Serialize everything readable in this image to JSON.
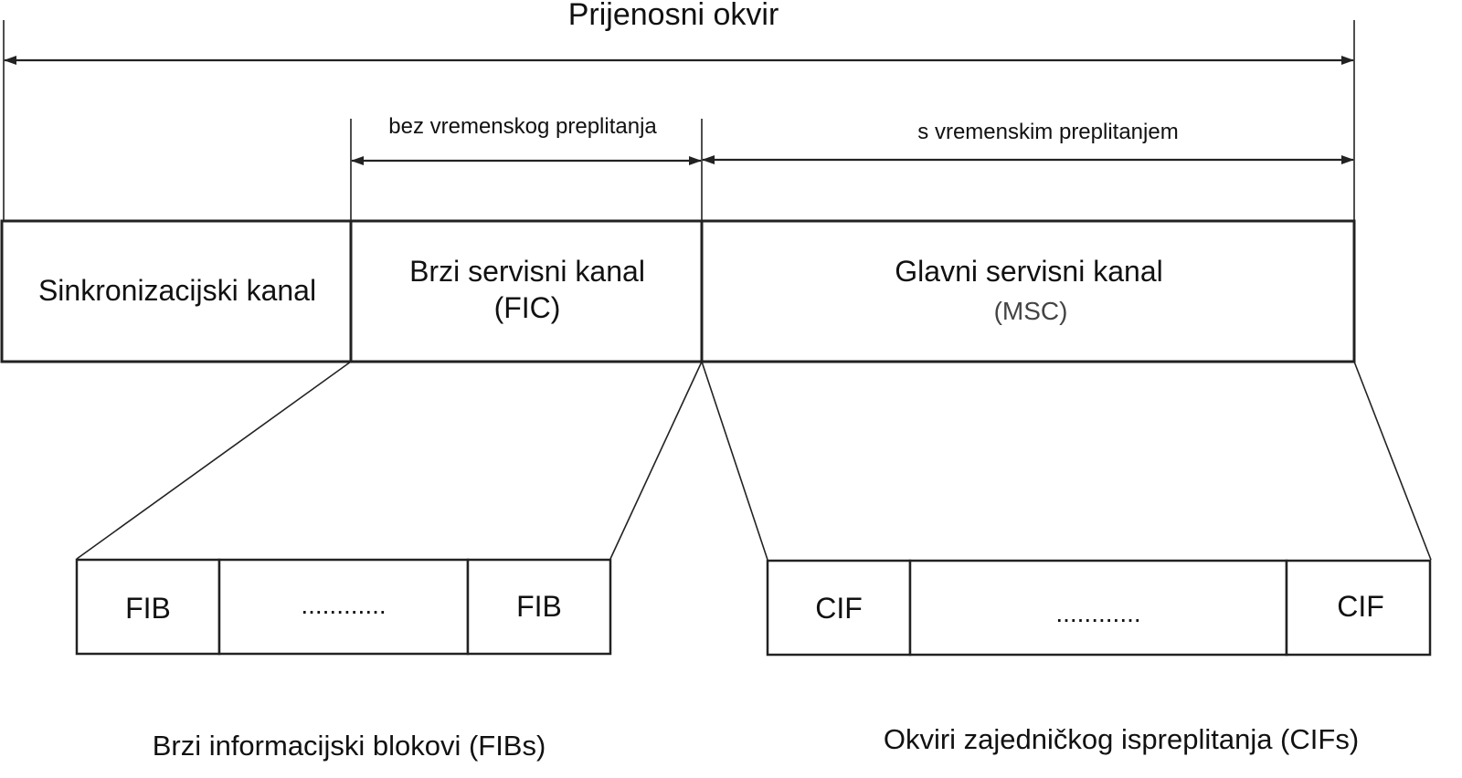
{
  "title": "Prijenosni okvir",
  "span_fic_label": "bez vremenskog preplitanja",
  "span_msc_label": "s vremenskim preplitanjem",
  "channels": {
    "sync": "Sinkronizacijski kanal",
    "fic_line1": "Brzi servisni kanal",
    "fic_line2": "(FIC)",
    "msc_line1": "Glavni servisni kanal",
    "msc_line2": "(MSC)"
  },
  "fib_row": {
    "first": "FIB",
    "middle": "............",
    "last": "FIB",
    "caption": "Brzi informacijski blokovi (FIBs)"
  },
  "cif_row": {
    "first": "CIF",
    "middle": "............",
    "last": "CIF",
    "caption": "Okviri zajedničkog ispreplitanja (CIFs)"
  },
  "colors": {
    "stroke": "#222222",
    "text": "#111111",
    "msc_sub_text": "#444444"
  }
}
